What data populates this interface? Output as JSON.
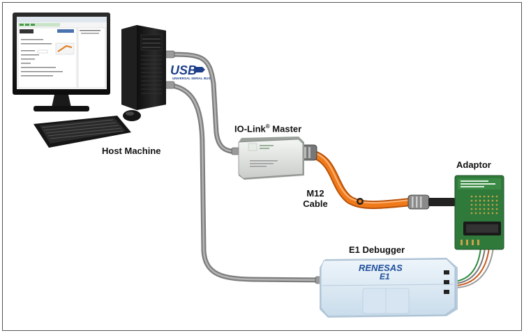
{
  "labels": {
    "host_machine": "Host Machine",
    "iolink_master_name": "IO-Link",
    "iolink_master_reg": "®",
    "iolink_master_suffix": " Master",
    "adaptor": "Adaptor",
    "m12_line1": "M12",
    "m12_line2": "Cable",
    "e1_debugger": "E1 Debugger"
  },
  "logos": {
    "usb_text": "USB",
    "usb_subtext": "UNIVERSAL SERIAL BUS",
    "renesas_text": "RENESAS",
    "e1_text": "E1"
  },
  "colors": {
    "frame": "#555555",
    "usb_cable": "#8c8c8c",
    "m12_cable": "#f07a1a",
    "adaptor_pcb": "#2f7a3a",
    "debugger_body": "#dde9f3",
    "renesas_blue": "#1d4f9a"
  }
}
